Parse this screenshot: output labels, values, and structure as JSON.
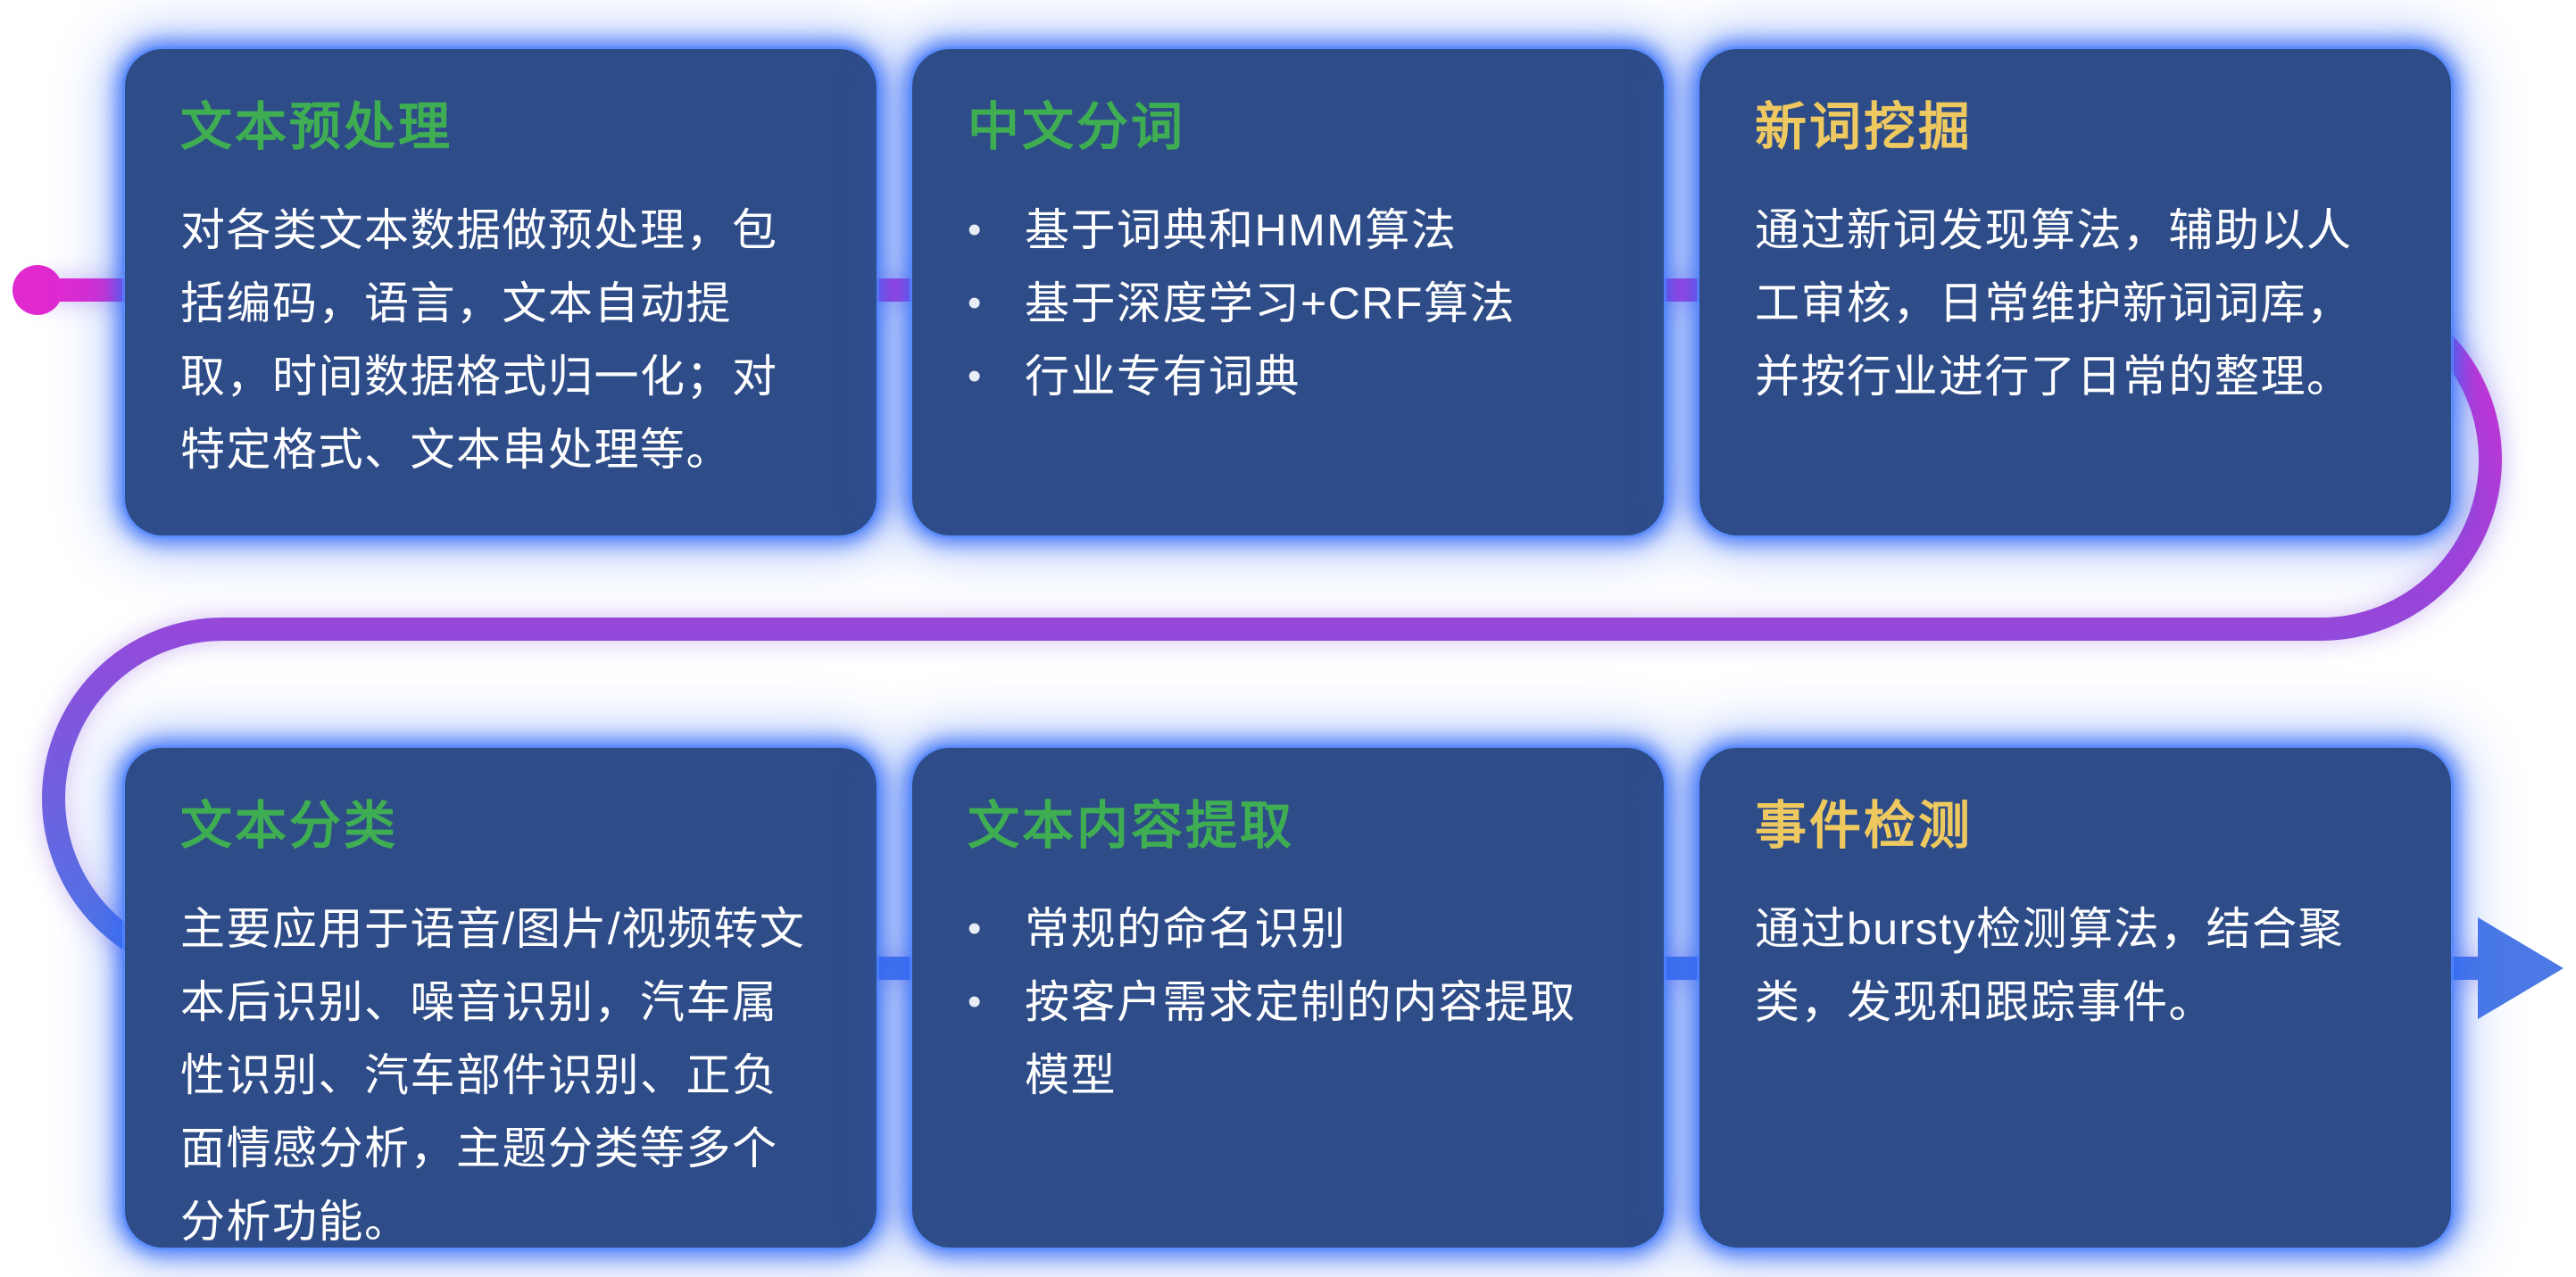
{
  "diagram_title": "NLP text-processing pipeline",
  "colors": {
    "card_bg": "#2e4c88",
    "card_glow": "#3269f5",
    "title_green": "#3fae53",
    "title_yellow": "#eec960",
    "body_text": "#ffffff",
    "line_start_magenta": "#e02ad0",
    "line_mid_purple": "#9b44d8",
    "line_end_blue": "#4b79e6"
  },
  "cards": [
    {
      "id": "text-preprocessing",
      "title": "文本预处理",
      "title_color": "green",
      "body": "对各类文本数据做预处理，包括编码，语言，文本自动提取，时间数据格式归一化；对特定格式、文本串处理等。",
      "bullets": []
    },
    {
      "id": "chinese-word-segmentation",
      "title": "中文分词",
      "title_color": "green",
      "body": "",
      "bullets": [
        "基于词典和HMM算法",
        "基于深度学习+CRF算法",
        "行业专有词典"
      ]
    },
    {
      "id": "new-word-mining",
      "title": "新词挖掘",
      "title_color": "yellow",
      "body": "通过新词发现算法，辅助以人工审核，日常维护新词词库，并按行业进行了日常的整理。",
      "bullets": []
    },
    {
      "id": "text-classification",
      "title": "文本分类",
      "title_color": "green",
      "body": "主要应用于语音/图片/视频转文本后识别、噪音识别，汽车属性识别、汽车部件识别、正负面情感分析，主题分类等多个分析功能。",
      "bullets": []
    },
    {
      "id": "text-content-extraction",
      "title": "文本内容提取",
      "title_color": "green",
      "body": "",
      "bullets": [
        "常规的命名识别",
        "按客户需求定制的内容提取模型"
      ]
    },
    {
      "id": "event-detection",
      "title": "事件检测",
      "title_color": "yellow",
      "body": "通过bursty检测算法，结合聚类，发现和跟踪事件。",
      "bullets": []
    }
  ],
  "flow": {
    "start_marker": "magenta-dot",
    "end_marker": "blue-arrow-right",
    "direction": "left-to-right snake through two rows"
  }
}
